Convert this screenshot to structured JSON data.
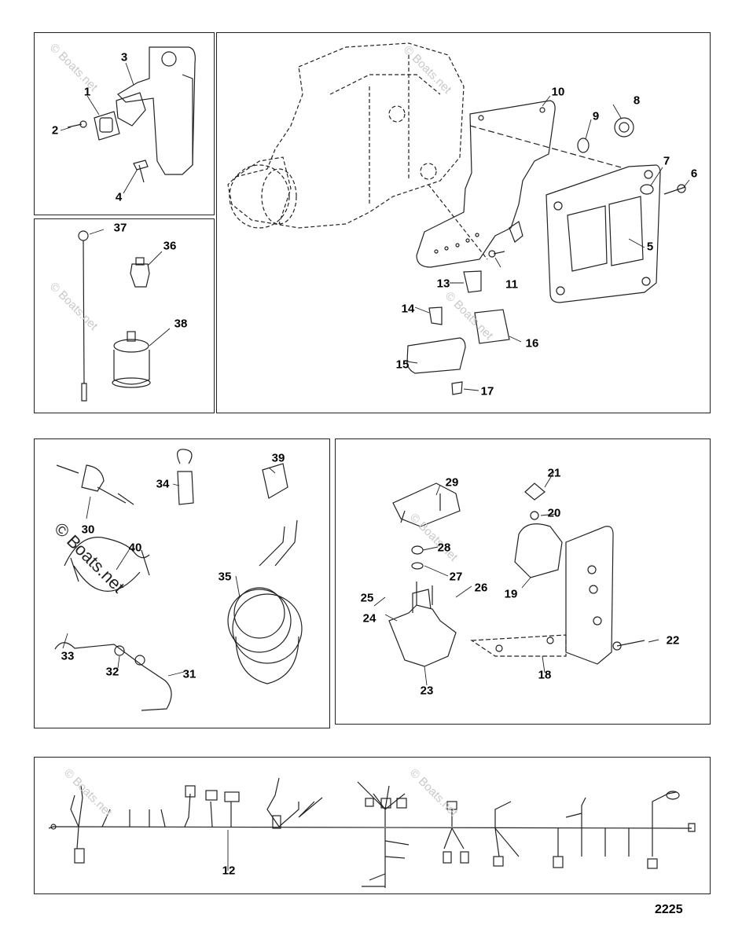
{
  "watermark": "© Boats.net",
  "figure_number": "2225",
  "callouts": [
    "1",
    "2",
    "3",
    "4",
    "5",
    "6",
    "7",
    "8",
    "9",
    "10",
    "11",
    "12",
    "13",
    "14",
    "15",
    "16",
    "17",
    "18",
    "19",
    "20",
    "21",
    "22",
    "23",
    "24",
    "25",
    "26",
    "27",
    "28",
    "29",
    "30",
    "31",
    "32",
    "33",
    "34",
    "35",
    "36",
    "37",
    "38",
    "39",
    "40"
  ]
}
